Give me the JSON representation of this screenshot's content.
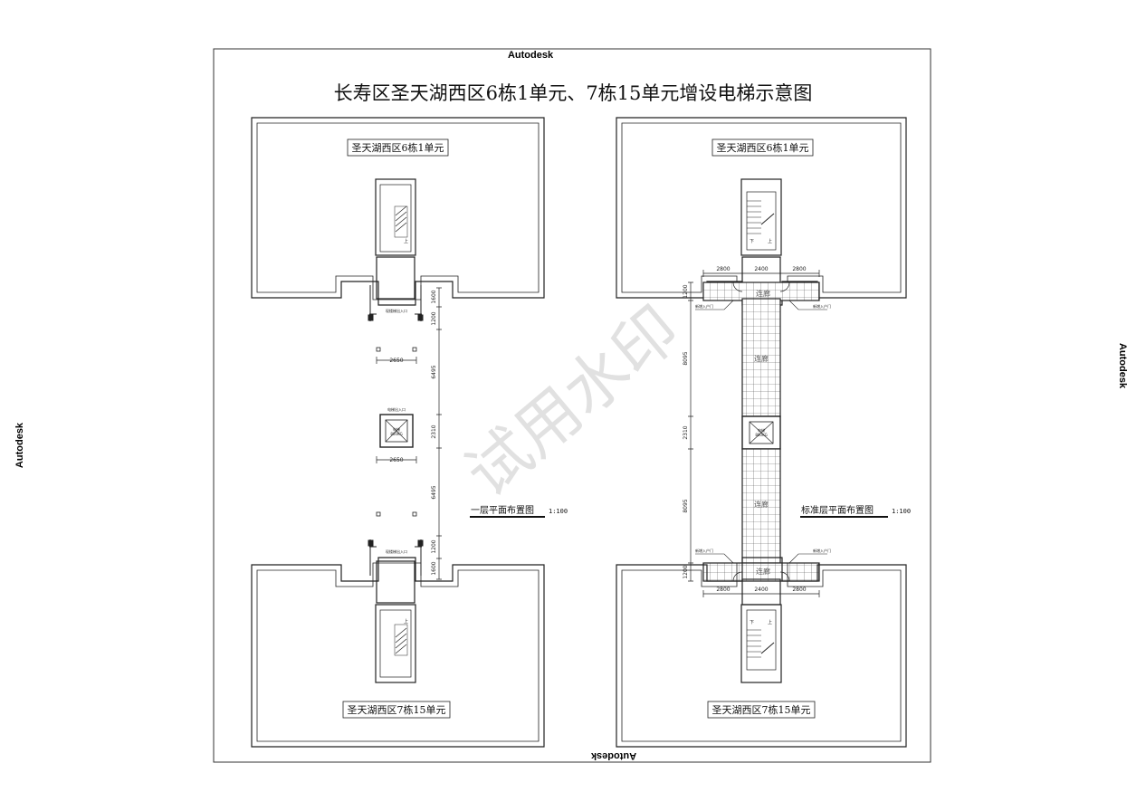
{
  "watermark_brand": "Autodesk",
  "trial_watermark": "试用水印",
  "title": "长寿区圣天湖西区6栋1单元、7栋15单元增设电梯示意图",
  "left_plan": {
    "building_top": "圣天湖西区6栋1单元",
    "building_bottom": "圣天湖西区7栋15单元",
    "plan_title": "一层平面布置图",
    "scale": "1:100",
    "stair_up_top": "上",
    "stair_up_bottom": "上",
    "dims": {
      "d1600_top": "1600",
      "d1200_top": "1200",
      "d6495_top": "6495",
      "d2310": "2310",
      "d6495_bottom": "6495",
      "d1200_bottom": "1200",
      "d1600_bottom": "1600",
      "w2650_top": "2650",
      "w2650_bottom": "2650"
    },
    "notes": {
      "entry_top": "现楼梯出入口",
      "entry_mid": "电梯出入口",
      "entry_bottom": "现楼梯出入口"
    },
    "elevator_label": "电梯",
    "elevator_capacity": "800KG"
  },
  "right_plan": {
    "building_top": "圣天湖西区6栋1单元",
    "building_bottom": "圣天湖西区7栋15单元",
    "plan_title": "标准层平面布置图",
    "scale": "1:100",
    "dims": {
      "top_left": "2800",
      "top_mid": "2400",
      "top_right": "2800",
      "bottom_left": "2800",
      "bottom_mid": "2400",
      "bottom_right": "2800",
      "v1200_top": "1200",
      "v8095_top": "8095",
      "v2310": "2310",
      "v8095_bottom": "8095",
      "v1200_bottom": "1200"
    },
    "door_labels": {
      "tl": "新增入户门",
      "tr": "新增入户门",
      "bl": "新增入户门",
      "br": "新增入户门"
    },
    "corridor_labels": {
      "top_landing": "连廊",
      "upper": "连廊",
      "lower": "连廊",
      "bottom_landing": "连廊"
    },
    "stair_top_down": "下",
    "stair_top_up": "上",
    "stair_bottom_down": "下",
    "stair_bottom_up": "上",
    "elevator_label": "电梯",
    "elevator_capacity": "800KG"
  }
}
